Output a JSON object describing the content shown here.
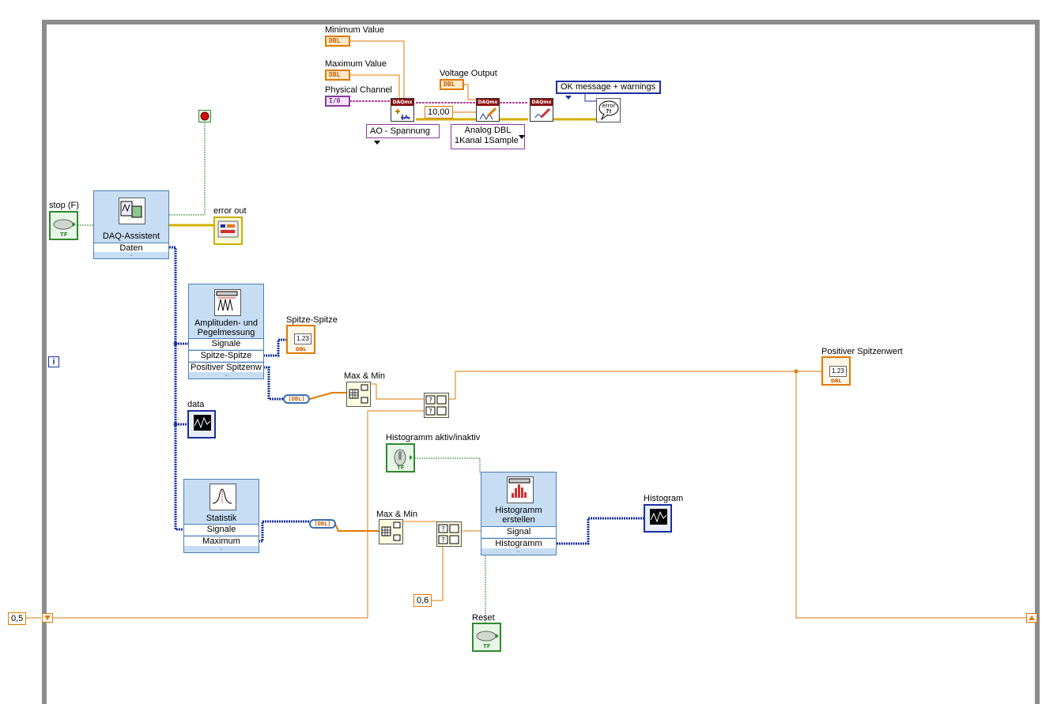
{
  "loop": {
    "iteration_label": "i",
    "shift_register_init": "0,5"
  },
  "daqmx": {
    "min_label": "Minimum Value",
    "max_label": "Maximum Value",
    "channel_label": "Physical Channel",
    "voltage_label": "Voltage Output",
    "dbl_tag": "DBL",
    "io_tag": "I/O",
    "daqmx_tag": "DAQmx",
    "timeout_value": "10,00",
    "ao_ring": "AO - Spannung",
    "write_ring_line1": "Analog DBL",
    "write_ring_line2": "1Kanal 1Sample",
    "error_ring": "OK message + warnings"
  },
  "acquisition": {
    "stop_label": "stop (F)",
    "tf_tag": "TF",
    "assistant_title": "DAQ-Assistent",
    "assistant_output": "Daten",
    "error_out_label": "error out",
    "data_label": "data"
  },
  "amplitude": {
    "title_line1": "Amplituden- und",
    "title_line2": "Pegelmessung",
    "row1": "Signale",
    "row2": "Spitze-Spitze",
    "row3": "Positiver Spitzenw",
    "pp_indicator_label": "Spitze-Spitze",
    "num_tag": "1.23",
    "minmax_label": "Max & Min"
  },
  "statistics": {
    "title": "Statistik",
    "row1": "Signale",
    "row2": "Maximum",
    "minmax_label": "Max & Min",
    "const_value": "0,6"
  },
  "histogram": {
    "toggle_label": "Histogramm aktiv/inaktiv",
    "title_line1": "Histogramm",
    "title_line2": "erstellen",
    "row1": "Signal",
    "row2": "Histogramm",
    "graph_label": "Histogram",
    "reset_label": "Reset"
  },
  "peak": {
    "indicator_label": "Positiver Spitzenwert"
  },
  "colors": {
    "orange_wire": "#e07a00",
    "blue_wire": "#1a2fa0",
    "pink_wire": "#b4489e",
    "green_wire": "#2f8a2f",
    "loop_frame": "#8c8c8c",
    "express_bg": "#c6ddf4"
  }
}
